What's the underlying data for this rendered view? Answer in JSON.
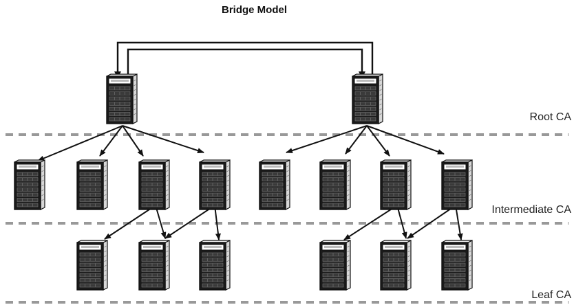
{
  "diagram": {
    "title": "Bridge Model",
    "tiers": [
      {
        "label": "Root CA"
      },
      {
        "label": "Intermediate CA"
      },
      {
        "label": "Leaf CA"
      }
    ],
    "colors": {
      "ink": "#111111",
      "dash": "#999999",
      "server_face": "#1a1a1a"
    },
    "icons": [
      "server-icon",
      "arrow-icon",
      "dashed-divider"
    ]
  }
}
